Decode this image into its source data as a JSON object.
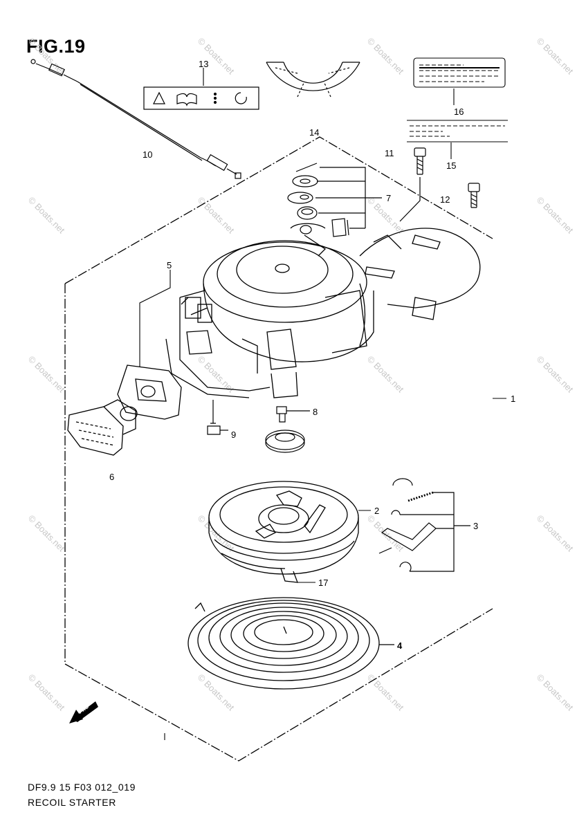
{
  "figure": {
    "title": "FIG.19",
    "code": "DF9.9 15 F03 012_019",
    "caption": "RECOIL STARTER"
  },
  "callouts": [
    {
      "id": "c1",
      "label": "1"
    },
    {
      "id": "c2",
      "label": "2"
    },
    {
      "id": "c3",
      "label": "3"
    },
    {
      "id": "c4",
      "label": "4"
    },
    {
      "id": "c5",
      "label": "5"
    },
    {
      "id": "c6",
      "label": "6"
    },
    {
      "id": "c7",
      "label": "7"
    },
    {
      "id": "c8",
      "label": "8"
    },
    {
      "id": "c9",
      "label": "9"
    },
    {
      "id": "c10",
      "label": "10"
    },
    {
      "id": "c11",
      "label": "11"
    },
    {
      "id": "c12",
      "label": "12"
    },
    {
      "id": "c13",
      "label": "13"
    },
    {
      "id": "c14",
      "label": "14"
    },
    {
      "id": "c15",
      "label": "15"
    },
    {
      "id": "c16",
      "label": "16"
    },
    {
      "id": "c17",
      "label": "17"
    }
  ],
  "watermark": {
    "text": "© Boats.net",
    "color": "#c8c8c8"
  },
  "direction_badge": {
    "text": "FWD"
  }
}
